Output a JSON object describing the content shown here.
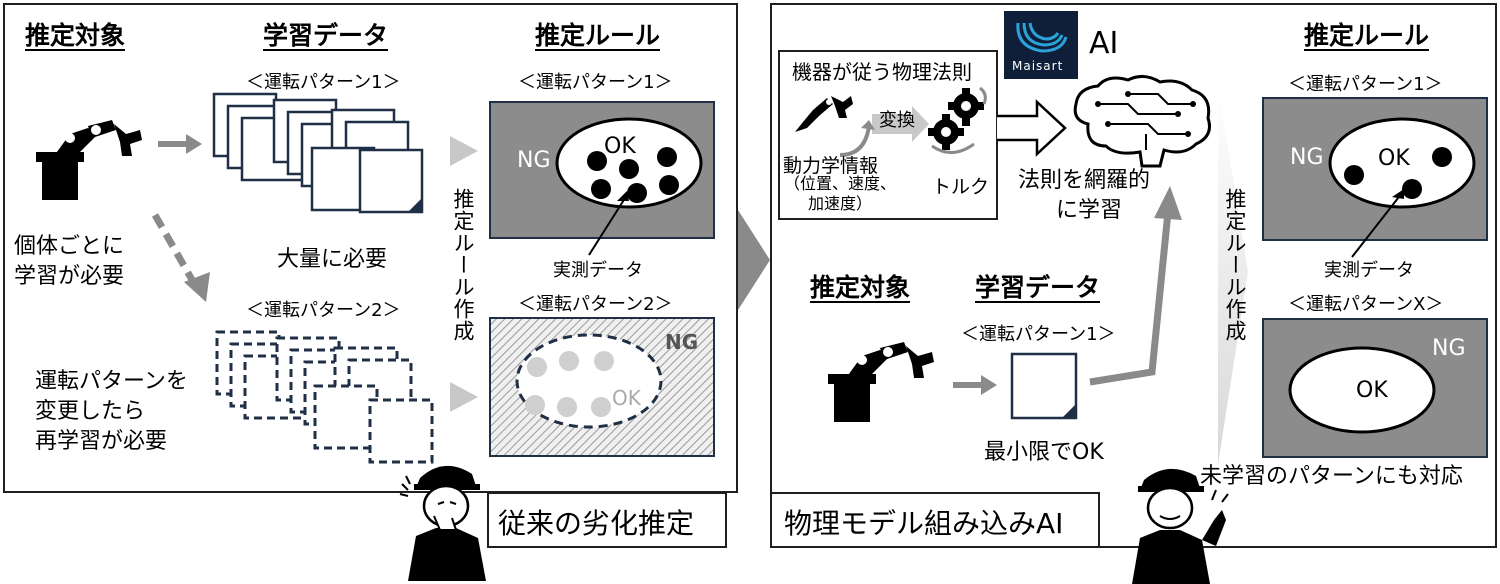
{
  "colors": {
    "panel_gray": "#8c8c8c",
    "arrow_gray": "#8a8a8a",
    "light_arrow": "#c8c8c8",
    "dashed_navy": "#1f2f45",
    "dot_light": "#cfcfcf",
    "logo_bg": "#0f1f3a",
    "logo_accent": "#2aa3d8"
  },
  "left": {
    "header_target": "推定対象",
    "header_data": "学習データ",
    "header_rule": "推定ルール",
    "pattern1_data": "＜運転パターン1＞",
    "pattern1_rule": "＜運転パターン1＞",
    "pattern2_data": "＜運転パターン2＞",
    "pattern2_rule": "＜運転パターン2＞",
    "note_individual_1": "個体ごとに",
    "note_individual_2": "学習が必要",
    "note_change_1": "運転パターンを",
    "note_change_2": "変更したら",
    "note_change_3": "再学習が必要",
    "large_amount": "大量に必要",
    "rule_creation": "推定ルール作成",
    "ng": "NG",
    "ok": "OK",
    "measured": "実測データ",
    "title": "従来の劣化推定"
  },
  "right": {
    "physics_title": "機器が従う物理法則",
    "convert": "変換",
    "dynamics": "動力学情報",
    "dynamics_detail_1": "（位置、速度、",
    "dynamics_detail_2": "加速度）",
    "torque": "トルク",
    "ai": "AI",
    "logo_text": "Maisart",
    "learn_1": "法則を網羅的",
    "learn_2": "に学習",
    "header_target": "推定対象",
    "header_data": "学習データ",
    "header_rule": "推定ルール",
    "pattern1_data": "＜運転パターン1＞",
    "pattern1_rule": "＜運転パターン1＞",
    "patternx_rule": "＜運転パターンX＞",
    "minimum": "最小限でOK",
    "rule_creation": "推定ルール作成",
    "ng": "NG",
    "ok": "OK",
    "measured": "実測データ",
    "unlearned": "未学習のパターンにも対応",
    "title": "物理モデル組み込みAI"
  }
}
